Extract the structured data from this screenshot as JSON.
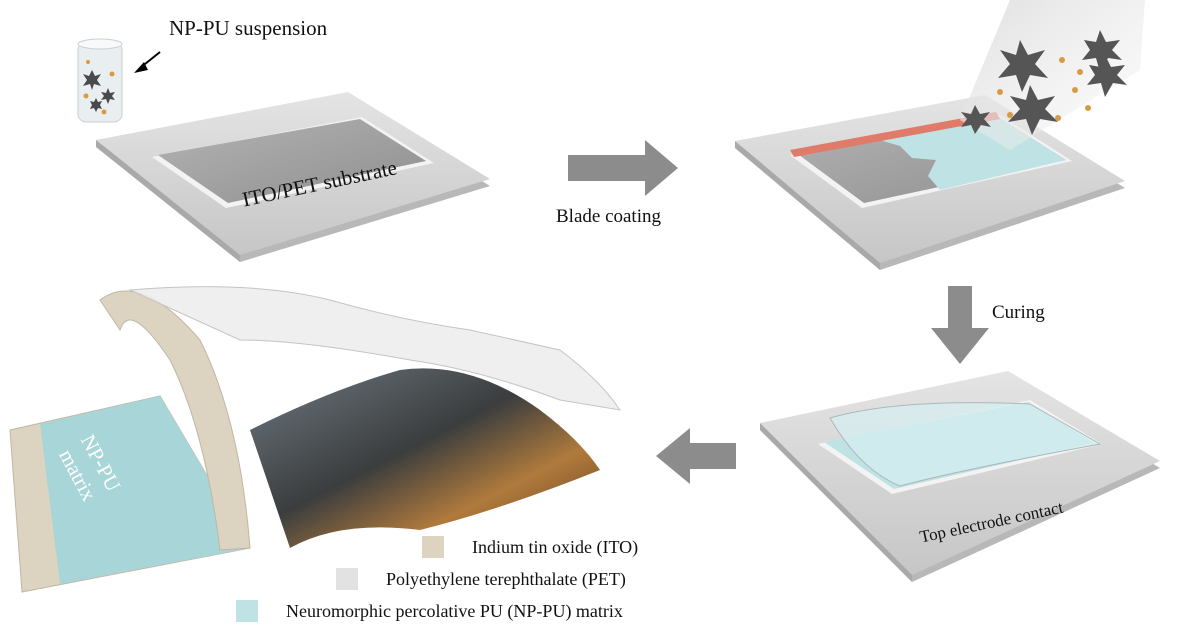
{
  "labels": {
    "suspension": "NP-PU suspension",
    "substrate": "ITO/PET substrate",
    "blade_coating": "Blade coating",
    "curing": "Curing",
    "top_electrode": "Top electrode contact",
    "matrix_line1": "NP-PU",
    "matrix_line2": "matrix"
  },
  "legend": [
    {
      "label": "Indium tin oxide (ITO)",
      "color": "#dcd3c0"
    },
    {
      "label": "Polyethylene terephthalate (PET)",
      "color": "#e2e2e2"
    },
    {
      "label": "Neuromorphic percolative PU (NP-PU) matrix",
      "color": "#bfe3e5"
    }
  ],
  "colors": {
    "platform": "#d2d2d2",
    "arrow": "#8c8c8c",
    "ito": "#dcd3c0",
    "matrix": "#a8d6d8",
    "electrode": "#e07b6a"
  }
}
